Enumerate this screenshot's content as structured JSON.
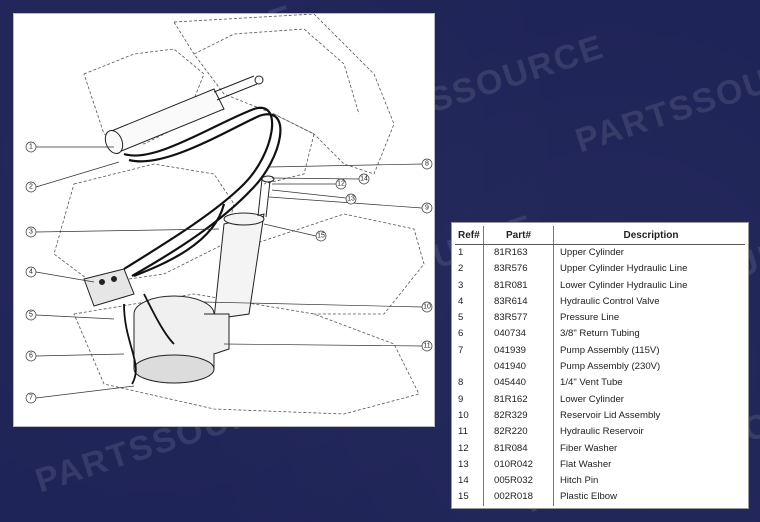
{
  "watermark": "PARTSSOURCE",
  "callouts": [
    "1",
    "2",
    "3",
    "4",
    "5",
    "6",
    "7",
    "8",
    "9",
    "10",
    "11",
    "12",
    "13",
    "14",
    "15"
  ],
  "table": {
    "headers": {
      "ref": "Ref#",
      "part": "Part#",
      "description": "Description"
    },
    "rows": [
      {
        "ref": "1",
        "part": "81R163",
        "description": "Upper Cylinder"
      },
      {
        "ref": "2",
        "part": "83R576",
        "description": "Upper Cylinder Hydraulic Line"
      },
      {
        "ref": "3",
        "part": "81R081",
        "description": "Lower Cylinder Hydraulic Line"
      },
      {
        "ref": "4",
        "part": "83R614",
        "description": "Hydraulic Control Valve"
      },
      {
        "ref": "5",
        "part": "83R577",
        "description": "Pressure Line"
      },
      {
        "ref": "6",
        "part": "040734",
        "description": "3/8\" Return Tubing"
      },
      {
        "ref": "7",
        "part": "041939",
        "description": "Pump Assembly (115V)"
      },
      {
        "ref": "",
        "part": "041940",
        "description": "Pump Assembly (230V)"
      },
      {
        "ref": "8",
        "part": "045440",
        "description": "1/4\" Vent Tube"
      },
      {
        "ref": "9",
        "part": "81R162",
        "description": "Lower Cylinder"
      },
      {
        "ref": "10",
        "part": "82R329",
        "description": "Reservoir Lid Assembly"
      },
      {
        "ref": "11",
        "part": "82R220",
        "description": "Hydraulic Reservoir"
      },
      {
        "ref": "12",
        "part": "81R084",
        "description": "Fiber Washer"
      },
      {
        "ref": "13",
        "part": "010R042",
        "description": "Flat Washer"
      },
      {
        "ref": "14",
        "part": "005R032",
        "description": "Hitch Pin"
      },
      {
        "ref": "15",
        "part": "002R018",
        "description": "Plastic Elbow"
      }
    ]
  }
}
